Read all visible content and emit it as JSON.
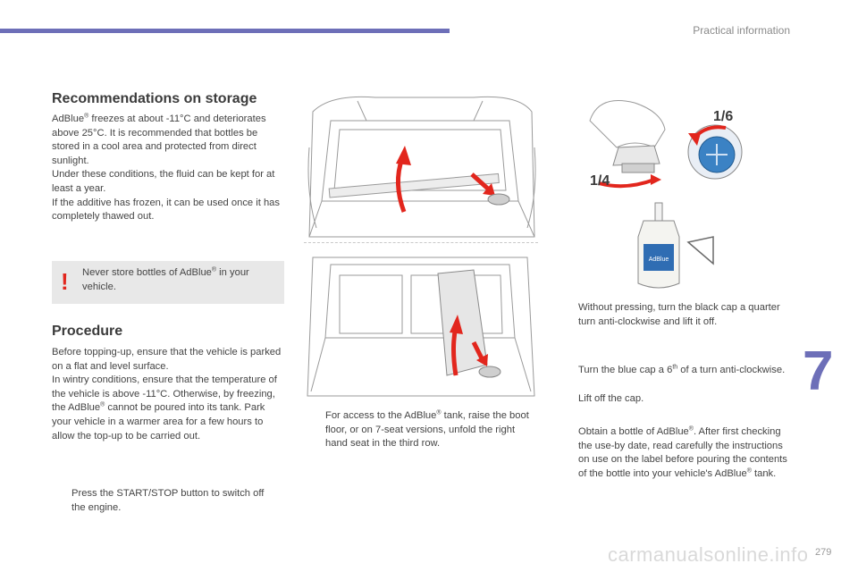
{
  "header": {
    "section": "Practical information"
  },
  "storage": {
    "title": "Recommendations on storage",
    "p1_pre": "AdBlue",
    "p1_reg": "®",
    "p1_post": " freezes at about -11°C and deteriorates above 25°C. It is recommended that bottles be stored in a cool area and protected from direct sunlight.",
    "p2": "Under these conditions, the fluid can be kept for at least a year.",
    "p3": "If the additive has frozen, it can be used once it has completely thawed out."
  },
  "warning": {
    "mark": "!",
    "pre": "Never store bottles of AdBlue",
    "reg": "®",
    "post": " in your vehicle."
  },
  "procedure": {
    "title": "Procedure",
    "p1": "Before topping-up, ensure that the vehicle is parked on a flat and level surface.",
    "p2_pre": "In wintry conditions, ensure that the temperature of the vehicle is above -11°C. Otherwise, by freezing, the AdBlue",
    "p2_reg": "®",
    "p2_post": " cannot be poured into its tank. Park your vehicle in a warmer area for a few hours to allow the top-up to be carried out."
  },
  "bullet_mark": "",
  "steps": {
    "press": "Press the START/STOP button to switch off the engine.",
    "access_pre": "For access to the AdBlue",
    "access_reg": "®",
    "access_post": " tank, raise the boot floor, or on 7-seat versions, unfold the right hand seat in the third row.",
    "black_cap": "Without pressing, turn the black cap a quarter turn anti-clockwise and lift it off.",
    "blue_pre": "Turn the blue cap a 6",
    "blue_sup": "th",
    "blue_post": " of a turn anti-clockwise.",
    "lift": "Lift off the cap.",
    "bottle_pre": "Obtain a bottle of AdBlue",
    "bottle_reg": "®",
    "bottle_mid": ". After first checking the use-by date, read carefully the instructions on use on the label before pouring the contents of the bottle into your vehicle's AdBlue",
    "bottle_reg2": "®",
    "bottle_post": " tank."
  },
  "illustration_labels": {
    "sixth": "1/6",
    "quarter": "1/4",
    "bottle_label": "AdBlue"
  },
  "chapter": "7",
  "page_number": "279",
  "watermark": "carmanualsonline.info",
  "colors": {
    "accent": "#6d6fb8",
    "warning": "#e2261d",
    "arrow": "#e2261d",
    "cap_blue": "#3b82c4"
  }
}
